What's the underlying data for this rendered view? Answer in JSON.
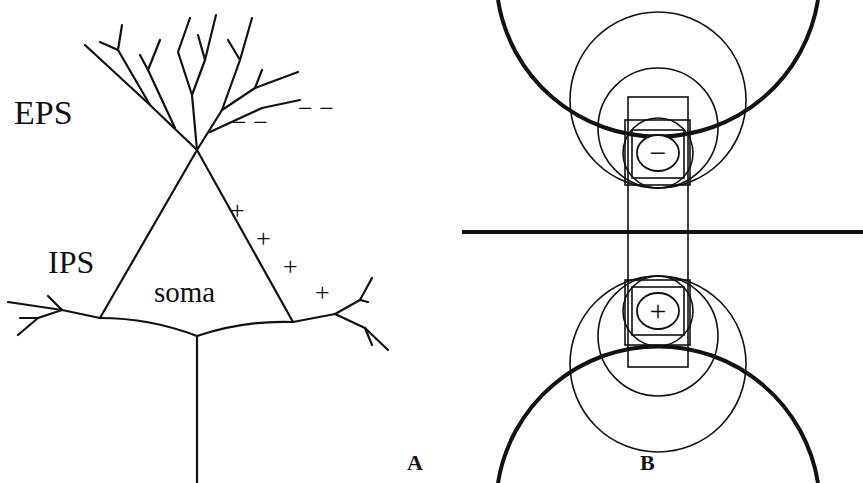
{
  "diagram": {
    "nodes": [
      {
        "text": [
          "−"
        ]
      },
      {
        "text": [
          "+"
        ]
      }
    ],
    "labels": [
      "EPS",
      "IPS",
      "soma",
      "− −",
      "− −",
      "+",
      "+",
      "+",
      "+",
      "A",
      "B"
    ]
  }
}
